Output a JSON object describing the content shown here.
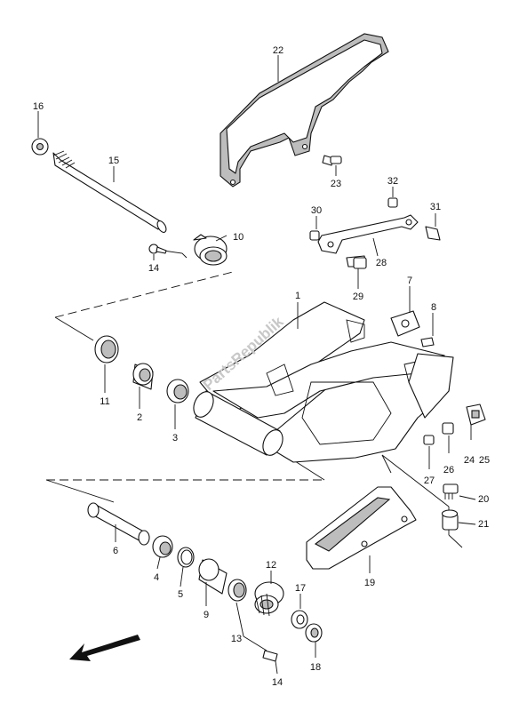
{
  "watermark": "PartsRepublik",
  "labels": {
    "p1": "1",
    "p2": "2",
    "p3": "3",
    "p4": "4",
    "p5": "5",
    "p6": "6",
    "p7": "7",
    "p8": "8",
    "p9": "9",
    "p10": "10",
    "p11": "11",
    "p12": "12",
    "p13": "13",
    "p14a": "14",
    "p14b": "14",
    "p15": "15",
    "p16": "16",
    "p17": "17",
    "p18": "18",
    "p19": "19",
    "p20": "20",
    "p21": "21",
    "p22": "22",
    "p23": "23",
    "p24": "24",
    "p25": "25",
    "p26": "26",
    "p27": "27",
    "p28": "28",
    "p29": "29",
    "p30": "30",
    "p31": "31",
    "p32": "32"
  },
  "colors": {
    "line": "#111111",
    "shade": "#bdbdbd",
    "watermark": "#c8c8c8"
  }
}
